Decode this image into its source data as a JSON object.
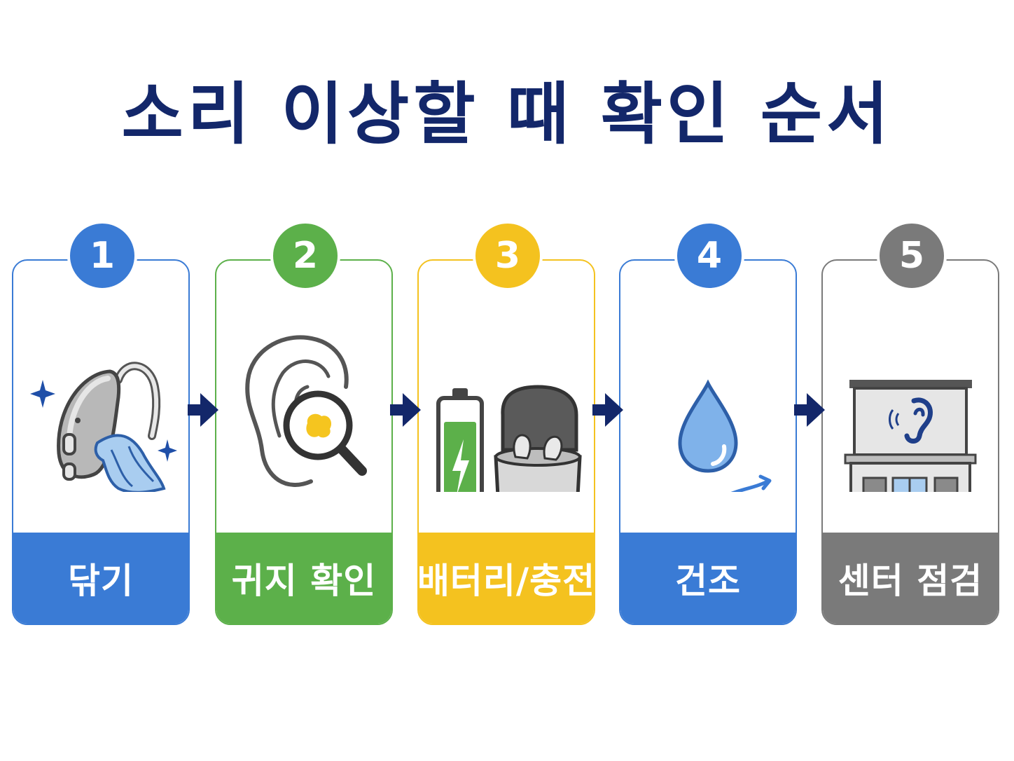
{
  "title": "소리 이상할 때 확인 순서",
  "steps": [
    {
      "number": "1",
      "label": "닦기",
      "color": "#3a7bd5",
      "icon": "hearing-aid-cloth-icon"
    },
    {
      "number": "2",
      "label": "귀지 확인",
      "color": "#5cb04a",
      "icon": "ear-magnifier-icon"
    },
    {
      "number": "3",
      "label": "배터리/충전",
      "color": "#f4c21f",
      "icon": "battery-charger-icon"
    },
    {
      "number": "4",
      "label": "건조",
      "color": "#3a7bd5",
      "icon": "water-drop-icon"
    },
    {
      "number": "5",
      "label": "센터 점검",
      "color": "#7a7a7a",
      "icon": "hearing-center-building-icon"
    }
  ],
  "arrow_color": "#13276a",
  "arrow_icon": "arrow-right-icon"
}
